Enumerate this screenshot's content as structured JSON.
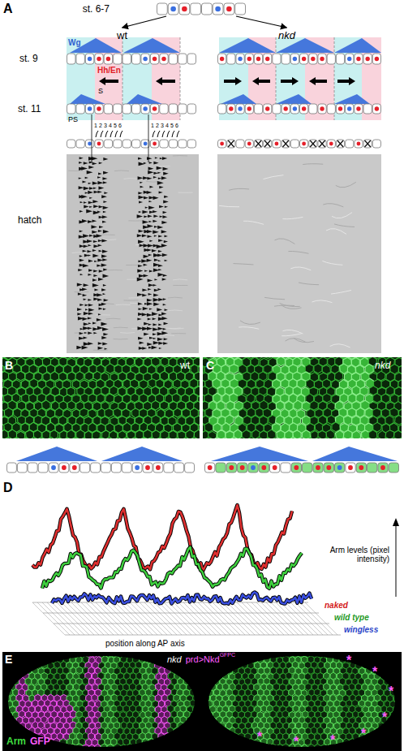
{
  "diagram": {
    "nodes": [
      {
        "text": [
          "st. 6-7"
        ]
      },
      {
        "text": [
          "wt"
        ]
      },
      {
        "text": [
          "nkd"
        ]
      }
    ],
    "edges": [
      {
        "from": 0,
        "to": 1,
        "arrow": "to"
      },
      {
        "from": 0,
        "to": 2,
        "arrow": "to"
      }
    ],
    "labels": [
      "A",
      "st. 9",
      "Wg",
      "Hh/En",
      "st. 11",
      "S",
      "PS",
      "1",
      "2",
      "3",
      "4",
      "5",
      "6",
      "1",
      "2",
      "3",
      "4",
      "5",
      "6",
      "hatch",
      "B",
      "wt",
      "C",
      "nkd",
      "D",
      "Arm levels (pixel intensity)",
      "naked",
      "wild type",
      "wingless",
      "position along AP axis",
      "E",
      "nkd",
      "prd>Nkd",
      "GFPC",
      "Arm",
      "GFP",
      "*",
      "*",
      "*",
      "*",
      "*",
      "*",
      "*",
      "*"
    ]
  }
}
